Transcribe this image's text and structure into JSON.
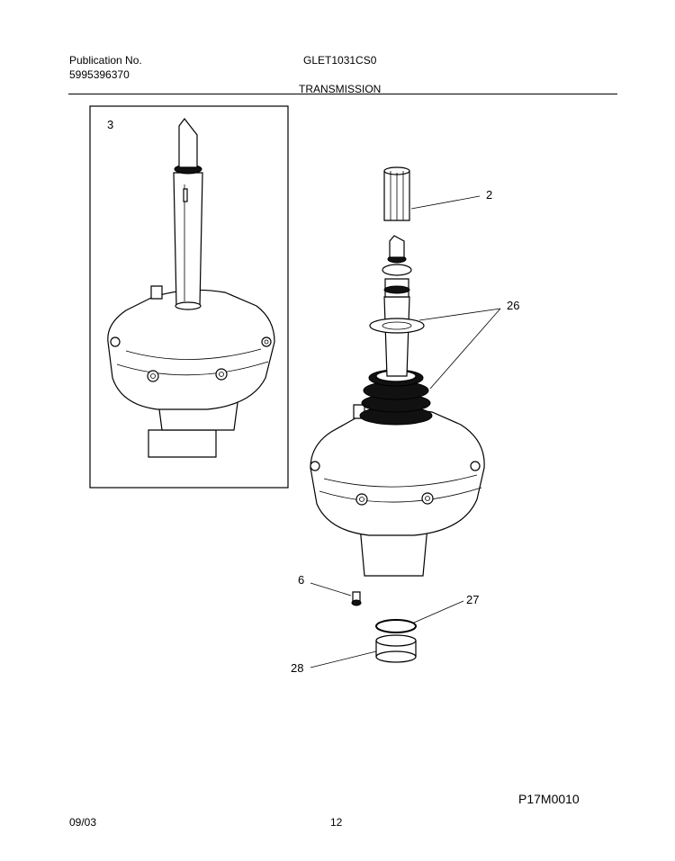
{
  "header": {
    "publication_label": "Publication No.",
    "publication_number": "5995396370",
    "model": "GLET1031CS0",
    "section_title": "TRANSMISSION"
  },
  "callouts": {
    "inset_part": "3",
    "spline": "2",
    "seals": "26",
    "screw": "6",
    "ring": "27",
    "bushing": "28"
  },
  "footer": {
    "date": "09/03",
    "page": "12",
    "drawing_code": "P17M0010"
  }
}
